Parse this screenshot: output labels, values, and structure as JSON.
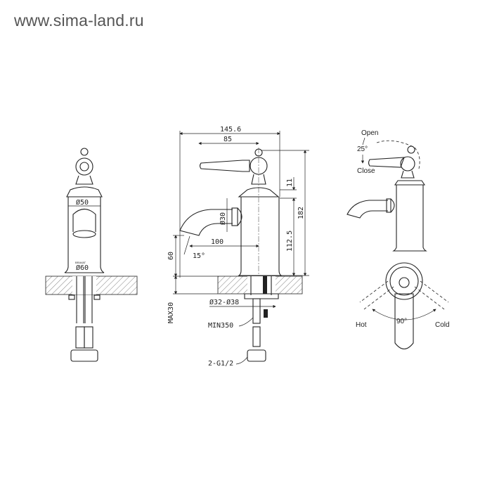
{
  "header": {
    "site": "www.sima-land.ru"
  },
  "front_view": {
    "diameter_top": "Ø50",
    "diameter_base": "Ø60",
    "brand_mark": "BRAVAT"
  },
  "side_view": {
    "overall_length": "145.6",
    "handle_length": "85",
    "spout_diameter": "Ø30",
    "spout_reach": "100",
    "spout_angle": "15°",
    "spout_height": "60",
    "cap_height": "11",
    "body_height": "112.5",
    "overall_height": "182",
    "max_deck": "MAX30",
    "hole_diameter": "Ø32-Ø38",
    "hose_length": "MIN350",
    "connection": "2-G1/2"
  },
  "operation_view": {
    "open": "Open",
    "close": "Close",
    "lever_angle": "25°",
    "hot": "Hot",
    "cold": "Cold",
    "rotation_angle": "90°"
  }
}
